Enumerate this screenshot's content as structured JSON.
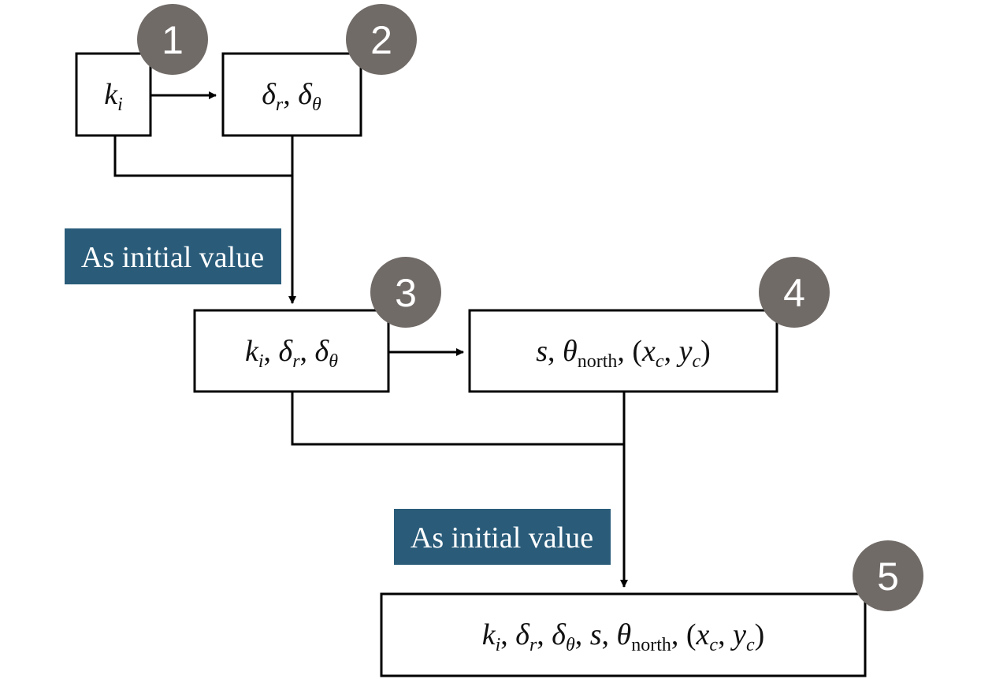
{
  "badges": [
    "1",
    "2",
    "3",
    "4",
    "5"
  ],
  "labels": {
    "initial_1": "As initial value",
    "initial_2": "As initial value"
  },
  "symbols": {
    "k": "k",
    "i": "i",
    "delta": "δ",
    "r": "r",
    "theta": "θ",
    "s": "s",
    "north": "north",
    "x": "x",
    "y": "y",
    "c": "c",
    "comma": ",",
    "open_paren": "(",
    "close_paren": ")"
  },
  "colors": {
    "badge": "#716b68",
    "label_bg": "#2a5c7a",
    "stroke": "#000000"
  }
}
